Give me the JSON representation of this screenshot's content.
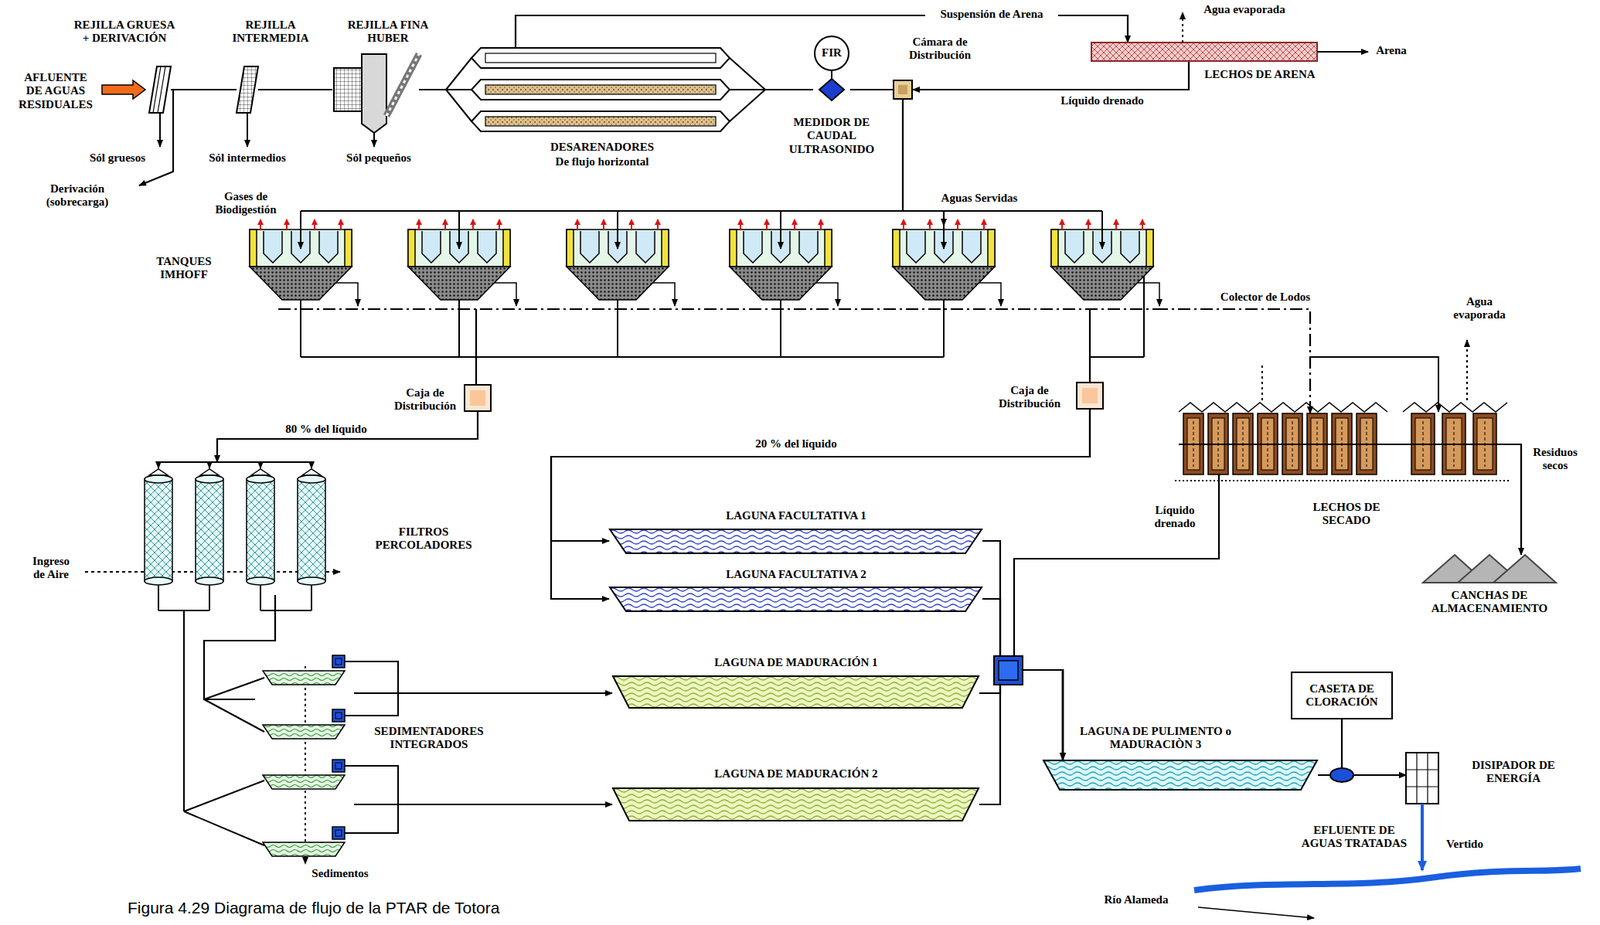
{
  "diagram": {
    "caption": "Figura 4.29 Diagrama de flujo de la PTAR de Totora",
    "nodes": [
      {
        "text": [
          "REJILLA GRUESA + DERIVACIÓN"
        ]
      },
      {
        "text": [
          "REJILLA INTERMEDIA"
        ]
      },
      {
        "text": [
          "REJILLA FINA HUBER"
        ]
      },
      {
        "text": [
          "DESARENADORES",
          "De flujo horizontal"
        ]
      },
      {
        "text": [
          "FIR",
          "MEDIDOR DE CAUDAL ULTRASONIDO"
        ]
      },
      {
        "text": [
          "Cámara de Distribución"
        ]
      },
      {
        "text": [
          "LECHOS DE ARENA"
        ]
      },
      {
        "text": [
          "TANQUES IMHOFF"
        ]
      },
      {
        "text": [
          "Caja de Distribución"
        ]
      },
      {
        "text": [
          "Caja de Distribución"
        ]
      },
      {
        "text": [
          "FILTROS PERCOLADORES"
        ]
      },
      {
        "text": [
          "SEDIMENTADORES INTEGRADOS"
        ]
      },
      {
        "text": [
          "LAGUNA FACULTATIVA 1"
        ]
      },
      {
        "text": [
          "LAGUNA FACULTATIVA 2"
        ]
      },
      {
        "text": [
          "LAGUNA DE MADURACIÓN 1"
        ]
      },
      {
        "text": [
          "LAGUNA DE MADURACIÓN 2"
        ]
      },
      {
        "text": [
          "LECHOS DE SECADO"
        ]
      },
      {
        "text": [
          "CANCHAS DE ALMACENAMIENTO"
        ]
      },
      {
        "text": [
          "LAGUNA DE PULIMENTO o MADURACIÒN 3"
        ]
      },
      {
        "text": [
          "CASETA DE CLORACIÓN"
        ]
      },
      {
        "text": [
          "DISIPADOR DE ENERGÍA"
        ]
      }
    ],
    "edges": [
      {
        "from": 0,
        "to": 1,
        "arrow": "none"
      },
      {
        "from": 1,
        "to": 2,
        "arrow": "none"
      },
      {
        "from": 2,
        "to": 3,
        "arrow": "none"
      },
      {
        "from": 3,
        "to": 4,
        "arrow": "none"
      },
      {
        "from": 4,
        "to": 5,
        "arrow": "none"
      },
      {
        "from": 3,
        "to": 6,
        "arrow": "to",
        "label": "Suspensión de Arena"
      },
      {
        "from": 6,
        "to": 5,
        "arrow": "to",
        "label": "Líquido drenado"
      },
      {
        "from": 5,
        "to": 7,
        "arrow": "to",
        "label": "Aguas Servidas"
      },
      {
        "from": 7,
        "to": 8,
        "arrow": "none"
      },
      {
        "from": 7,
        "to": 9,
        "arrow": "none"
      },
      {
        "from": 7,
        "to": 16,
        "arrow": "to",
        "label": "Colector de Lodos"
      },
      {
        "from": 8,
        "to": 10,
        "arrow": "to",
        "label": "80 % del líquido"
      },
      {
        "from": 9,
        "to": 12,
        "arrow": "to",
        "label": "20 % del líquido"
      },
      {
        "from": 9,
        "to": 13,
        "arrow": "to"
      },
      {
        "from": 10,
        "to": 11,
        "arrow": "none"
      },
      {
        "from": 11,
        "to": 14,
        "arrow": "to"
      },
      {
        "from": 11,
        "to": 15,
        "arrow": "to"
      },
      {
        "from": 12,
        "to": 18,
        "arrow": "to"
      },
      {
        "from": 13,
        "to": 18,
        "arrow": "to"
      },
      {
        "from": 14,
        "to": 18,
        "arrow": "to"
      },
      {
        "from": 15,
        "to": 18,
        "arrow": "to"
      },
      {
        "from": 16,
        "to": 18,
        "arrow": "to",
        "label": "Líquido drenado"
      },
      {
        "from": 16,
        "to": 17,
        "arrow": "to"
      },
      {
        "from": 18,
        "to": 20,
        "arrow": "to"
      },
      {
        "from": 19,
        "to": 20,
        "arrow": "to"
      }
    ],
    "labels": [
      "AFLUENTE DE AGUAS RESIDUALES",
      "Sól gruesos",
      "Derivación (sobrecarga)",
      "Sól intermedios",
      "Sól pequeños",
      "Agua evaporada",
      "Arena",
      "Gases de Biodigestión",
      "Ingreso de Aire",
      "Sedimentos",
      "Agua evaporada",
      "Residuos secos",
      "EFLUENTE DE AGUAS TRATADAS",
      "Vertido",
      "Río Alameda"
    ]
  }
}
